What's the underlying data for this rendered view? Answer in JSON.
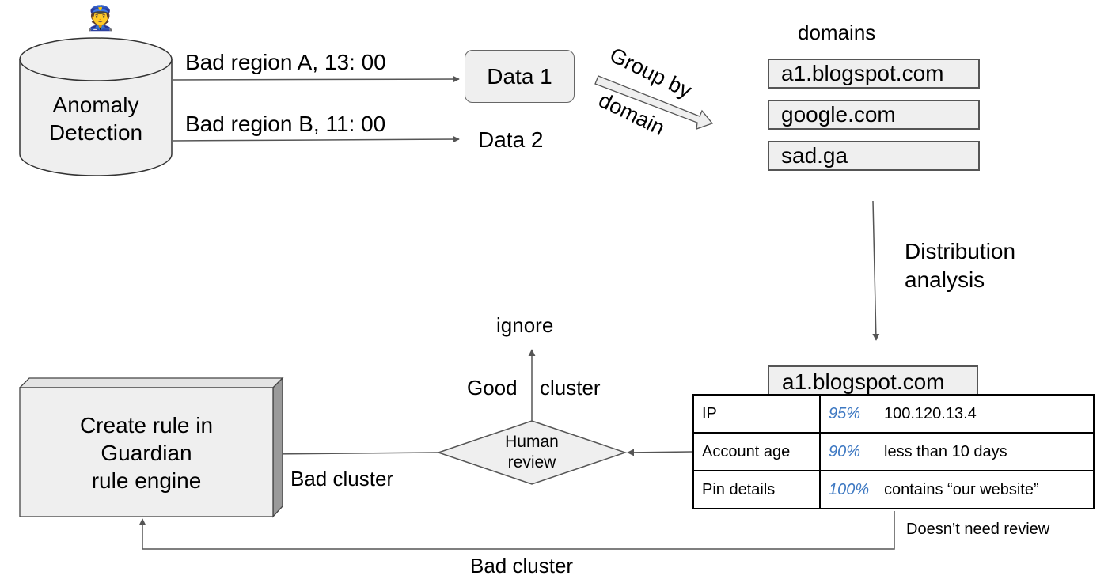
{
  "anomaly_detection": {
    "label": "Anomaly\nDetection",
    "icon": "police-officer-icon"
  },
  "region_a": {
    "label": "Bad region A, 13: 00"
  },
  "region_b": {
    "label": "Bad region B, 11: 00"
  },
  "data1": {
    "label": "Data 1"
  },
  "data2": {
    "label": "Data 2"
  },
  "group_by": {
    "line1": "Group by",
    "line2": "domain"
  },
  "domains": {
    "header": "domains",
    "items": [
      "a1.blogspot.com",
      "google.com",
      "sad.ga"
    ]
  },
  "distribution": {
    "label": "Distribution\nanalysis"
  },
  "cluster": {
    "title": "a1.blogspot.com",
    "rows": [
      {
        "metric": "IP",
        "percent": "95%",
        "value": "100.120.13.4"
      },
      {
        "metric": "Account age",
        "percent": "90%",
        "value": "less than 10 days"
      },
      {
        "metric": "Pin details",
        "percent": "100%",
        "value": "contains “our website”"
      }
    ],
    "no_review_label": "Doesn’t need review"
  },
  "human_review": {
    "label": "Human\nreview"
  },
  "good_cluster": {
    "word1": "Good",
    "word2": "cluster"
  },
  "ignore": {
    "label": "ignore"
  },
  "bad_cluster_mid": {
    "label": "Bad cluster"
  },
  "bad_cluster_bottom": {
    "label": "Bad cluster"
  },
  "rule_engine": {
    "label": "Create rule in\nGuardian\nrule engine"
  },
  "colors": {
    "box_fill": "#efefef",
    "arrow": "#555555",
    "percent_text": "#3d78c2"
  }
}
